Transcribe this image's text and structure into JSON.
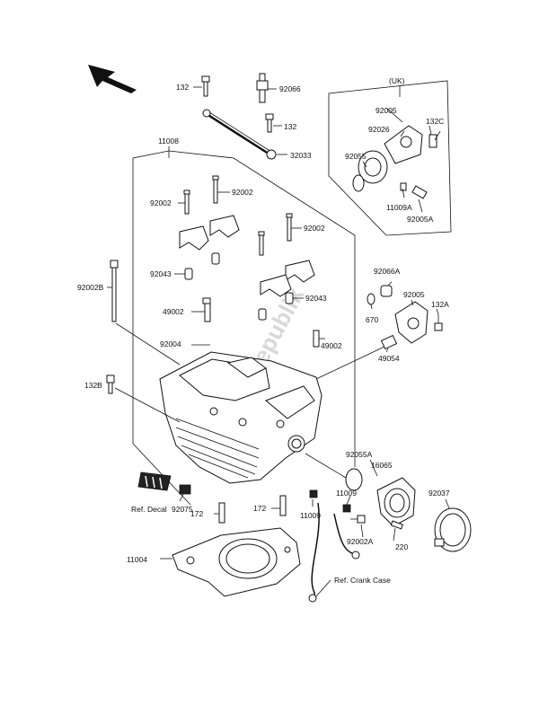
{
  "watermark": "Partsrepublik",
  "labels": {
    "l132_top": "132",
    "l92066": "92066",
    "l132_mid": "132",
    "l32033": "32033",
    "l11008": "11008",
    "luk": "(UK)",
    "l92005_uk": "92005",
    "l92026": "92026",
    "l132c": "132C",
    "l92055": "92055",
    "l11009a": "11009A",
    "l92005a": "92005A",
    "l92002_a": "92002",
    "l92002_b": "92002",
    "l92002_c": "92002",
    "l92043_a": "92043",
    "l92002b": "92002B",
    "l92043_b": "92043",
    "l92066a": "92066A",
    "l49002_a": "49002",
    "l670": "670",
    "l92005": "92005",
    "l132a": "132A",
    "l92004": "92004",
    "l49002_b": "49002",
    "l49054": "49054",
    "l132b": "132B",
    "l92055a": "92055A",
    "l16065": "16065",
    "l11009_a": "11009",
    "l92037": "92037",
    "lrefdecal": "Ref. Decal",
    "l92075": "92075",
    "l172_a": "172",
    "l172_b": "172",
    "l11009_b": "11009",
    "l92002a": "92002A",
    "l220": "220",
    "l11004": "11004",
    "lrefcrank": "Ref. Crank Case"
  }
}
